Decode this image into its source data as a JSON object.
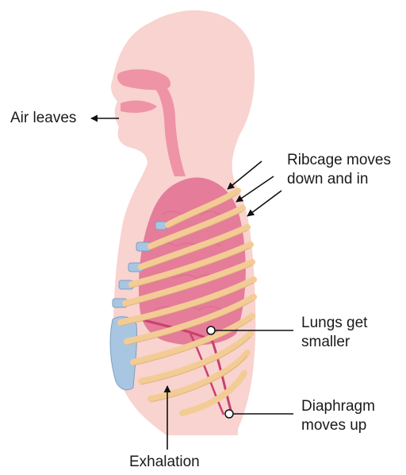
{
  "labels": {
    "air_leaves": "Air leaves",
    "ribcage_line1": "Ribcage moves",
    "ribcage_line2": "down and in",
    "lungs_line1": "Lungs get",
    "lungs_line2": "smaller",
    "diaphragm_line1": "Diaphragm",
    "diaphragm_line2": "moves up",
    "exhalation": "Exhalation"
  },
  "colors": {
    "skin": "#f8d3cf",
    "lung": "#e57c9a",
    "airway": "#ef93a6",
    "rib": "#f3cc95",
    "cartilage": "#a8c6e2",
    "diaphragm": "#c9406e"
  }
}
